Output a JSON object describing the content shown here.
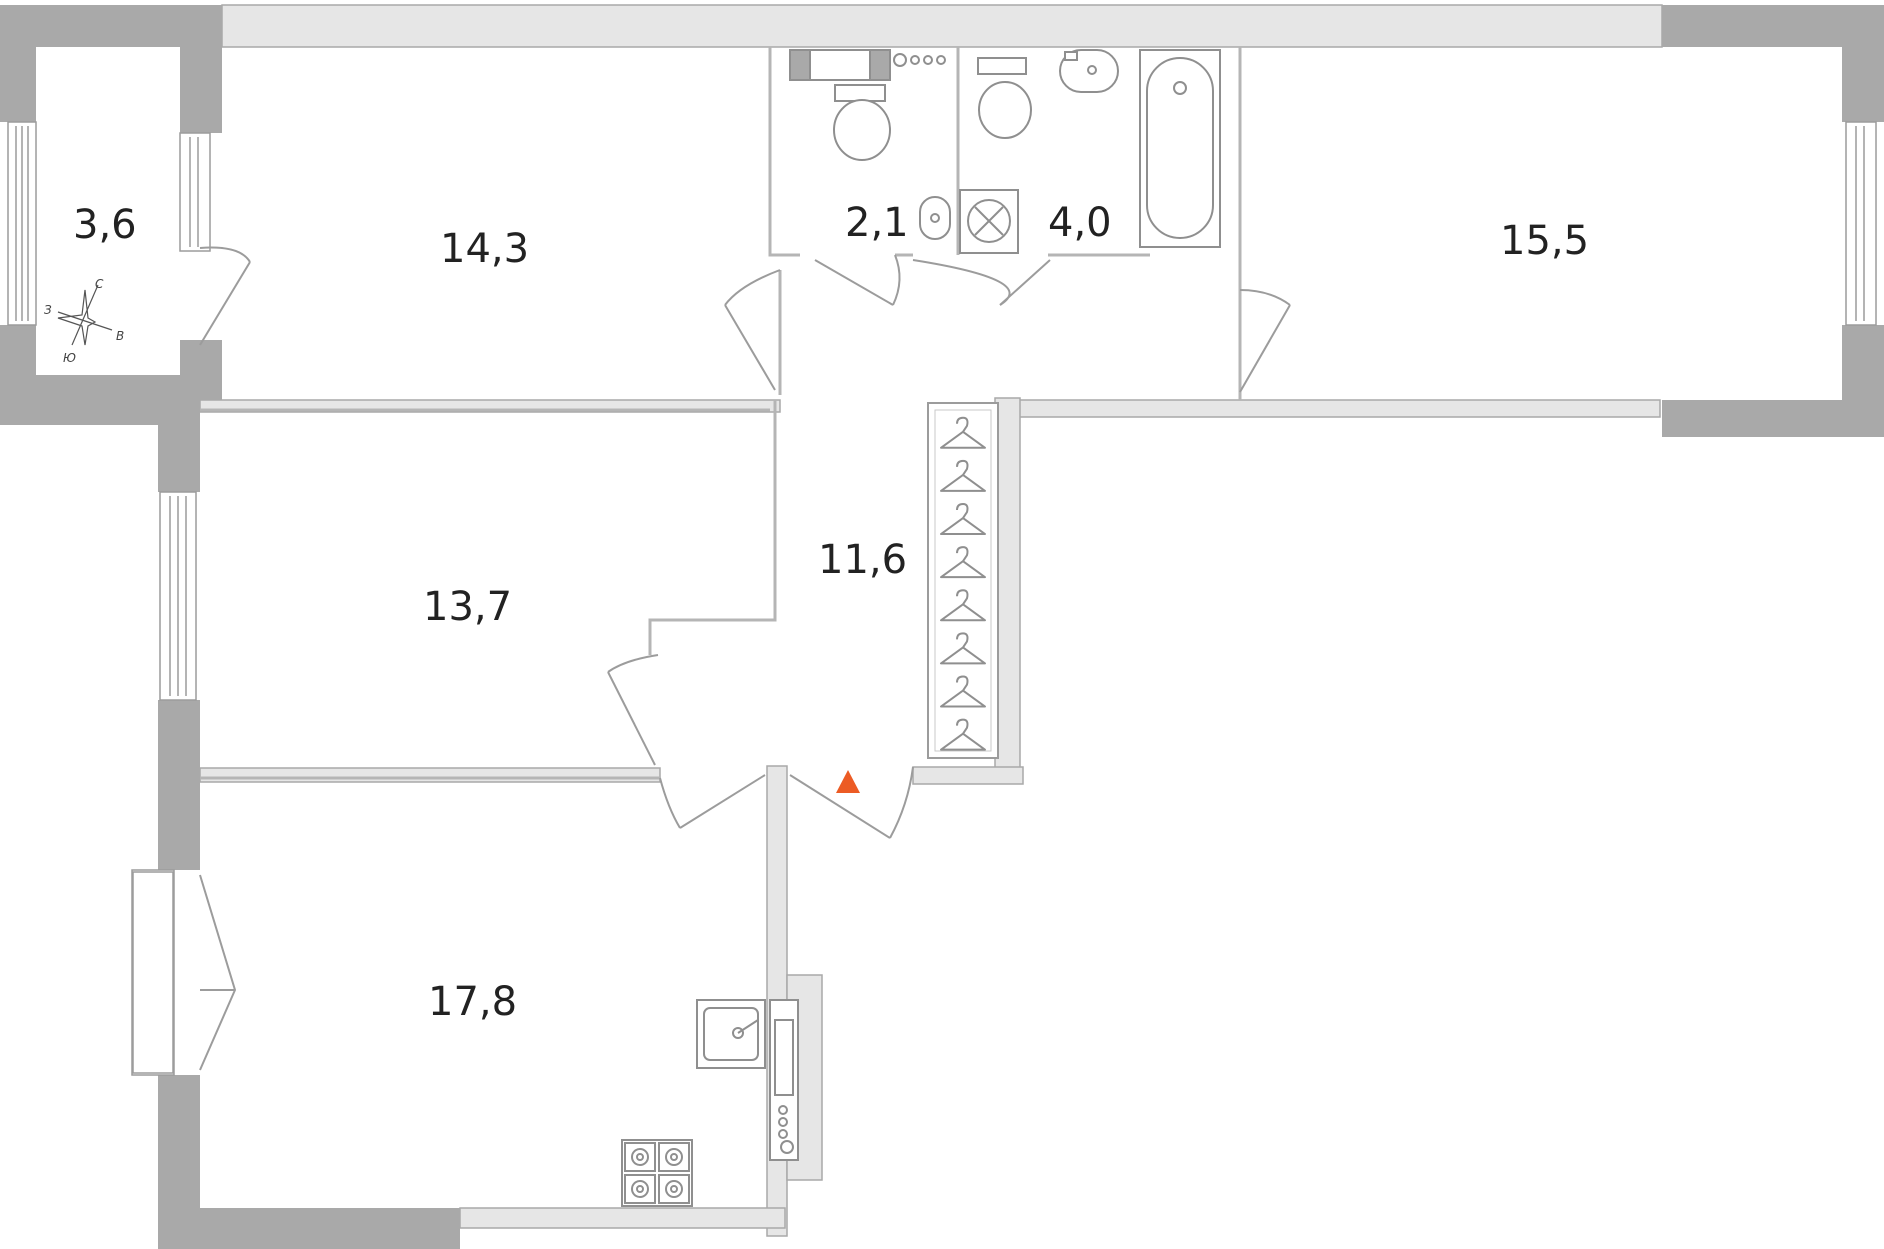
{
  "colors": {
    "wall_fill": "#a9a9a9",
    "wall_light": "#e6e6e6",
    "line": "#9c9c9c",
    "label": "#222222",
    "entrance_marker": "#ec5b24"
  },
  "rooms": [
    {
      "id": "balcony",
      "area": "3,6"
    },
    {
      "id": "bedroom-top-left",
      "area": "14,3"
    },
    {
      "id": "wc",
      "area": "2,1"
    },
    {
      "id": "bathroom",
      "area": "4,0"
    },
    {
      "id": "bedroom-right",
      "area": "15,5"
    },
    {
      "id": "hallway",
      "area": "11,6"
    },
    {
      "id": "bedroom-middle-left",
      "area": "13,7"
    },
    {
      "id": "kitchen",
      "area": "17,8"
    }
  ],
  "compass": {
    "north": "С",
    "west": "З",
    "east": "В",
    "south": "Ю"
  },
  "icons": {
    "entrance": "entrance-marker-icon",
    "hanger": "hanger-icon",
    "toilet": "toilet-icon",
    "sink": "sink-icon",
    "bathtub": "bathtub-icon",
    "washing_machine": "washing-machine-icon",
    "stove": "stove-icon",
    "compass": "compass-rose-icon"
  },
  "wardrobe": {
    "hanger_count": 8
  }
}
